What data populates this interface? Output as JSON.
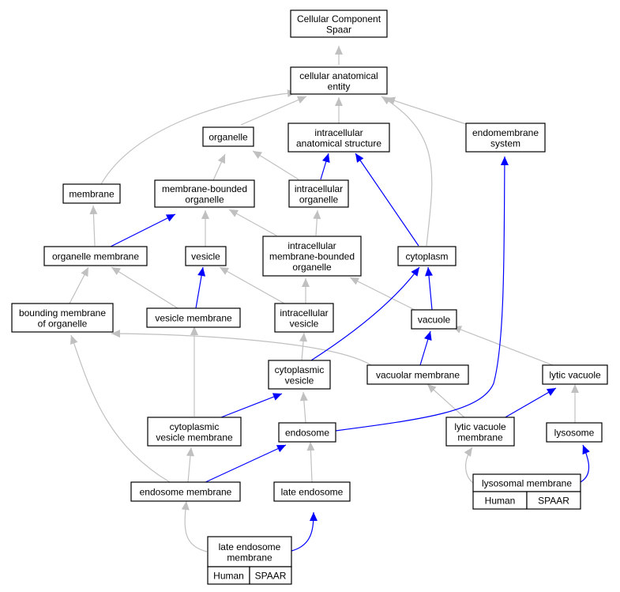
{
  "colors": {
    "gray_edge": "#c0c0c0",
    "blue_edge": "#0000ff",
    "tag_fill": "#ff6347"
  },
  "nodes": {
    "n0": {
      "lines": [
        "Cellular Component",
        "Spaar"
      ]
    },
    "n1": {
      "lines": [
        "cellular anatomical",
        "entity"
      ]
    },
    "n2": {
      "lines": [
        "organelle"
      ]
    },
    "n3": {
      "lines": [
        "intracellular",
        "anatomical structure"
      ]
    },
    "n4": {
      "lines": [
        "endomembrane",
        "system"
      ]
    },
    "n5": {
      "lines": [
        "membrane"
      ]
    },
    "n6": {
      "lines": [
        "membrane-bounded",
        "organelle"
      ]
    },
    "n7": {
      "lines": [
        "intracellular",
        "organelle"
      ]
    },
    "n8": {
      "lines": [
        "organelle membrane"
      ]
    },
    "n9": {
      "lines": [
        "vesicle"
      ]
    },
    "n10": {
      "lines": [
        "intracellular",
        "membrane-bounded",
        "organelle"
      ]
    },
    "n11": {
      "lines": [
        "cytoplasm"
      ]
    },
    "n12": {
      "lines": [
        "bounding membrane",
        "of organelle"
      ]
    },
    "n13": {
      "lines": [
        "vesicle membrane"
      ]
    },
    "n14": {
      "lines": [
        "intracellular",
        "vesicle"
      ]
    },
    "n15": {
      "lines": [
        "vacuole"
      ]
    },
    "n16": {
      "lines": [
        "cytoplasmic",
        "vesicle"
      ]
    },
    "n17": {
      "lines": [
        "vacuolar membrane"
      ]
    },
    "n18": {
      "lines": [
        "lytic vacuole"
      ]
    },
    "n19": {
      "lines": [
        "cytoplasmic",
        "vesicle membrane"
      ]
    },
    "n20": {
      "lines": [
        "endosome"
      ]
    },
    "n21": {
      "lines": [
        "lytic vacuole",
        "membrane"
      ]
    },
    "n22": {
      "lines": [
        "lysosome"
      ]
    },
    "n23": {
      "lines": [
        "endosome membrane"
      ]
    },
    "n24": {
      "lines": [
        "late endosome"
      ]
    },
    "n25": {
      "lines": [
        "lysosomal membrane"
      ]
    },
    "n26": {
      "lines": [
        "late endosome",
        "membrane"
      ]
    }
  },
  "tags": {
    "t25": [
      "Human",
      "SPAAR"
    ],
    "t26": [
      "Human",
      "SPAAR"
    ]
  },
  "edges": [
    {
      "from": "n1",
      "to": "n0",
      "color": "gray"
    },
    {
      "from": "n2",
      "to": "n1",
      "color": "gray"
    },
    {
      "from": "n3",
      "to": "n1",
      "color": "gray"
    },
    {
      "from": "n4",
      "to": "n1",
      "color": "gray"
    },
    {
      "from": "n5",
      "to": "n1",
      "color": "gray"
    },
    {
      "from": "n11",
      "to": "n1",
      "color": "gray"
    },
    {
      "from": "n6",
      "to": "n2",
      "color": "gray"
    },
    {
      "from": "n7",
      "to": "n2",
      "color": "gray"
    },
    {
      "from": "n7",
      "to": "n3",
      "color": "blue"
    },
    {
      "from": "n11",
      "to": "n3",
      "color": "blue"
    },
    {
      "from": "n8",
      "to": "n5",
      "color": "gray"
    },
    {
      "from": "n8",
      "to": "n6",
      "color": "blue"
    },
    {
      "from": "n9",
      "to": "n6",
      "color": "gray"
    },
    {
      "from": "n10",
      "to": "n6",
      "color": "gray"
    },
    {
      "from": "n10",
      "to": "n7",
      "color": "gray"
    },
    {
      "from": "n12",
      "to": "n8",
      "color": "gray"
    },
    {
      "from": "n13",
      "to": "n8",
      "color": "gray"
    },
    {
      "from": "n13",
      "to": "n9",
      "color": "blue"
    },
    {
      "from": "n14",
      "to": "n9",
      "color": "gray"
    },
    {
      "from": "n14",
      "to": "n10",
      "color": "gray"
    },
    {
      "from": "n15",
      "to": "n10",
      "color": "gray"
    },
    {
      "from": "n15",
      "to": "n11",
      "color": "blue"
    },
    {
      "from": "n16",
      "to": "n11",
      "color": "blue"
    },
    {
      "from": "n16",
      "to": "n14",
      "color": "gray"
    },
    {
      "from": "n17",
      "to": "n12",
      "color": "gray"
    },
    {
      "from": "n17",
      "to": "n15",
      "color": "blue"
    },
    {
      "from": "n18",
      "to": "n15",
      "color": "gray"
    },
    {
      "from": "n19",
      "to": "n13",
      "color": "gray"
    },
    {
      "from": "n19",
      "to": "n16",
      "color": "blue"
    },
    {
      "from": "n20",
      "to": "n16",
      "color": "gray"
    },
    {
      "from": "n20",
      "to": "n4",
      "color": "blue"
    },
    {
      "from": "n21",
      "to": "n17",
      "color": "gray"
    },
    {
      "from": "n21",
      "to": "n18",
      "color": "blue"
    },
    {
      "from": "n22",
      "to": "n18",
      "color": "gray"
    },
    {
      "from": "n23",
      "to": "n12",
      "color": "gray"
    },
    {
      "from": "n23",
      "to": "n19",
      "color": "gray"
    },
    {
      "from": "n23",
      "to": "n20",
      "color": "blue"
    },
    {
      "from": "n24",
      "to": "n20",
      "color": "gray"
    },
    {
      "from": "n25",
      "to": "n21",
      "color": "gray"
    },
    {
      "from": "n25",
      "to": "n22",
      "color": "blue"
    },
    {
      "from": "n26",
      "to": "n23",
      "color": "gray"
    },
    {
      "from": "n26",
      "to": "n24",
      "color": "blue"
    }
  ]
}
